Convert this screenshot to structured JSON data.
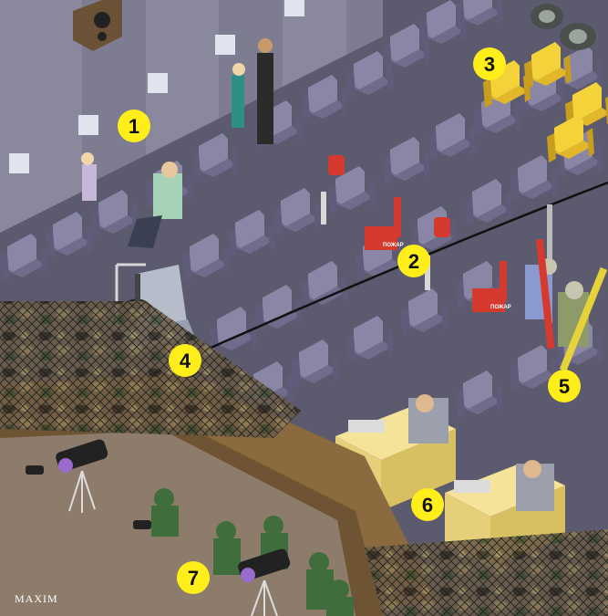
{
  "brand": "MAXIM",
  "callouts": [
    {
      "id": "callout-1",
      "label": "1"
    },
    {
      "id": "callout-2",
      "label": "2"
    },
    {
      "id": "callout-3",
      "label": "3"
    },
    {
      "id": "callout-4",
      "label": "4"
    },
    {
      "id": "callout-5",
      "label": "5"
    },
    {
      "id": "callout-6",
      "label": "6"
    },
    {
      "id": "callout-7",
      "label": "7"
    }
  ],
  "signs": {
    "emergency": "ПОЖАР"
  },
  "colors": {
    "callout": "#ffee1a",
    "seat": "#8a87a6",
    "seat_dark": "#5f5c7a",
    "floor": "#55546a",
    "vip_seat": "#f4d23a",
    "desk": "#f6e39a",
    "camo_green": "#3f6e3c",
    "trench_wood": "#8a6a3e"
  }
}
